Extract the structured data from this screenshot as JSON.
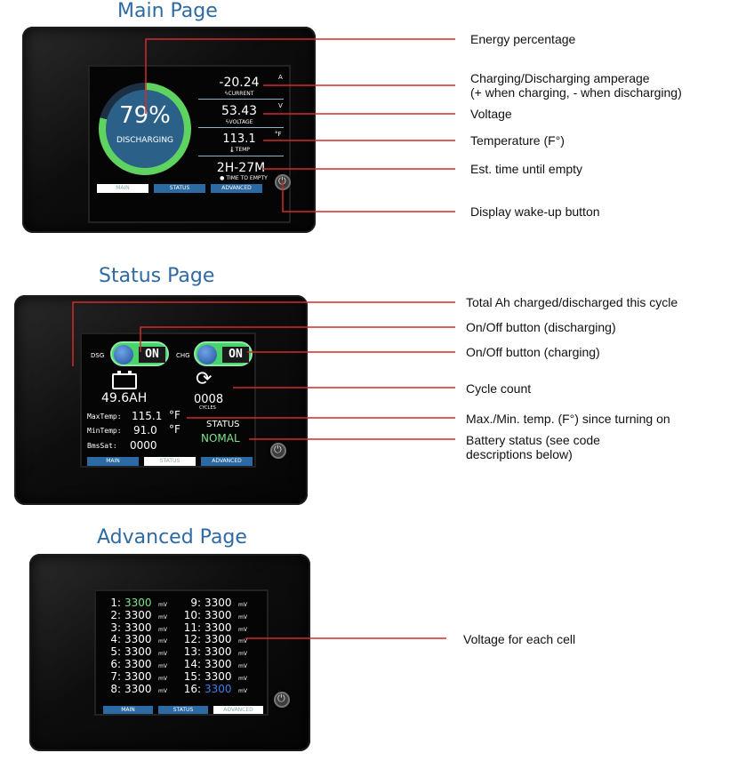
{
  "sections": {
    "main_title": "Main Page",
    "status_title": "Status Page",
    "advanced_title": "Advanced Page"
  },
  "tabs": {
    "main": "MAIN",
    "status": "STATUS",
    "advanced": "ADVANCED"
  },
  "main_page": {
    "energy_percent": "79%",
    "energy_fraction": 0.79,
    "state": "DISCHARGING",
    "current_value": "-20.24",
    "current_label": "CURRENT",
    "current_unit": "A",
    "voltage_value": "53.43",
    "voltage_label": "VOLTAGE",
    "voltage_unit": "V",
    "temp_value": "113.1",
    "temp_label": "TEMP",
    "temp_unit": "°F",
    "time_value": "2H-27M",
    "time_label": "TIME TO EMPTY"
  },
  "status_page": {
    "dsg_label": "DSG",
    "chg_label": "CHG",
    "dsg_state": "ON",
    "chg_state": "ON",
    "ah_value": "49.6AH",
    "cycles_value": "0008",
    "cycles_label": "CYCLES",
    "max_temp_label": "MaxTemp:",
    "max_temp_value": "115.1",
    "min_temp_label": "MinTemp:",
    "min_temp_value": "91.0",
    "temp_unit": "°F",
    "bms_label": "BmsSat:",
    "bms_value": "0000",
    "status_label": "STATUS",
    "status_value": "NOMAL",
    "colors": {
      "status_value": "#7ce38a",
      "toggle_on": "#4ad26c"
    }
  },
  "advanced_page": {
    "unit": "mV",
    "cells": [
      {
        "label": "1:",
        "value": "3300"
      },
      {
        "label": "2:",
        "value": "3300"
      },
      {
        "label": "3:",
        "value": "3300"
      },
      {
        "label": "4:",
        "value": "3300"
      },
      {
        "label": "5:",
        "value": "3300"
      },
      {
        "label": "6:",
        "value": "3300"
      },
      {
        "label": "7:",
        "value": "3300"
      },
      {
        "label": "8:",
        "value": "3300"
      },
      {
        "label": "9:",
        "value": "3300"
      },
      {
        "label": "10:",
        "value": "3300"
      },
      {
        "label": "11:",
        "value": "3300"
      },
      {
        "label": "12:",
        "value": "3300"
      },
      {
        "label": "13:",
        "value": "3300"
      },
      {
        "label": "14:",
        "value": "3300"
      },
      {
        "label": "15:",
        "value": "3300"
      },
      {
        "label": "16:",
        "value": "3300"
      }
    ],
    "colors": {
      "highest_cell": "#7ce38a",
      "lowest_cell": "#3f7eea"
    }
  },
  "annotations": {
    "energy": "Energy percentage",
    "amperage_line1": "Charging/Discharging amperage",
    "amperage_line2": "(+ when charging, - when discharging)",
    "voltage": "Voltage",
    "temperature": "Temperature (F°)",
    "time": "Est. time until empty",
    "wakeup": "Display wake-up button",
    "total_ah": "Total Ah charged/discharged this cycle",
    "onoff_dsg": "On/Off button (discharging)",
    "onoff_chg": "On/Off button (charging)",
    "cycle_count": "Cycle count",
    "maxmin_temp": "Max./Min. temp. (F°) since turning on",
    "battery_status_line1": "Battery status (see code",
    "battery_status_line2": "descriptions below)",
    "cell_voltage": "Voltage for each cell"
  },
  "colors": {
    "title": "#2e6aa3",
    "leader_line": "#d42a2a",
    "tab": "#2c6aa4"
  }
}
